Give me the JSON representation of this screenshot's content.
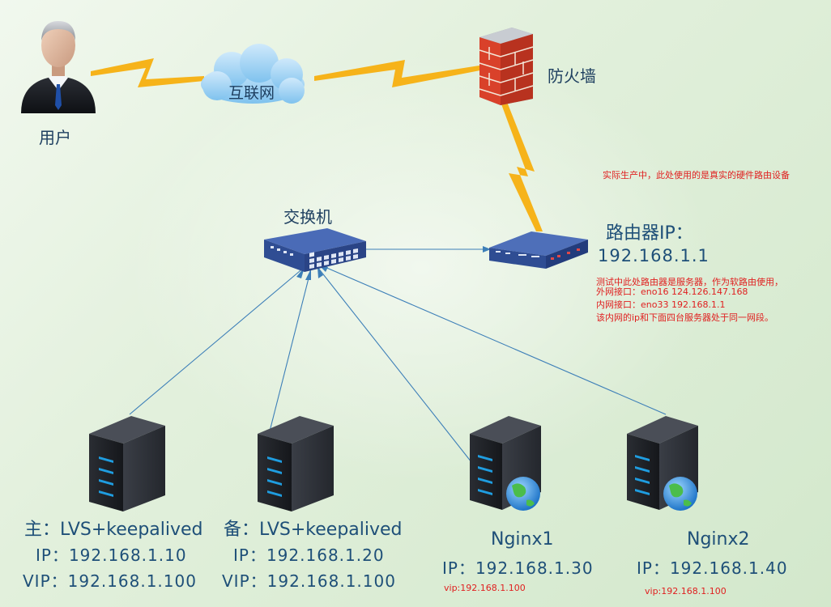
{
  "nodes": {
    "user": "用户",
    "internet": "互联网",
    "firewall": "防火墙",
    "switch": "交换机",
    "router_label": "路由器IP：",
    "router_ip": "192.168.1.1"
  },
  "notes": {
    "router_top": "实际生产中，此处使用的是真实的硬件路由设备",
    "test_line1": "测试中此处路由器是服务器，作为软路由使用，",
    "test_line2": "外网接口：eno16 124.126.147.168",
    "test_line3": "内网接口：eno33 192.168.1.1",
    "test_line4": "该内网的ip和下面四台服务器处于同一网段。"
  },
  "servers": [
    {
      "title": "主：LVS+keepalived",
      "ip": "IP：192.168.1.10",
      "vip": "VIP：192.168.1.100"
    },
    {
      "title": "备：LVS+keepalived",
      "ip": "IP：192.168.1.20",
      "vip": "VIP：192.168.1.100"
    },
    {
      "title": "Nginx1",
      "ip": "IP：192.168.1.30",
      "vip_note": "vip:192.168.1.100"
    },
    {
      "title": "Nginx2",
      "ip": "IP：192.168.1.40",
      "vip_note": "vip:192.168.1.100"
    }
  ],
  "colors": {
    "lightning": "#f6b31a",
    "link_line": "#3d7fb8",
    "label_text": "#1e4f78",
    "note_text": "#e02020"
  }
}
